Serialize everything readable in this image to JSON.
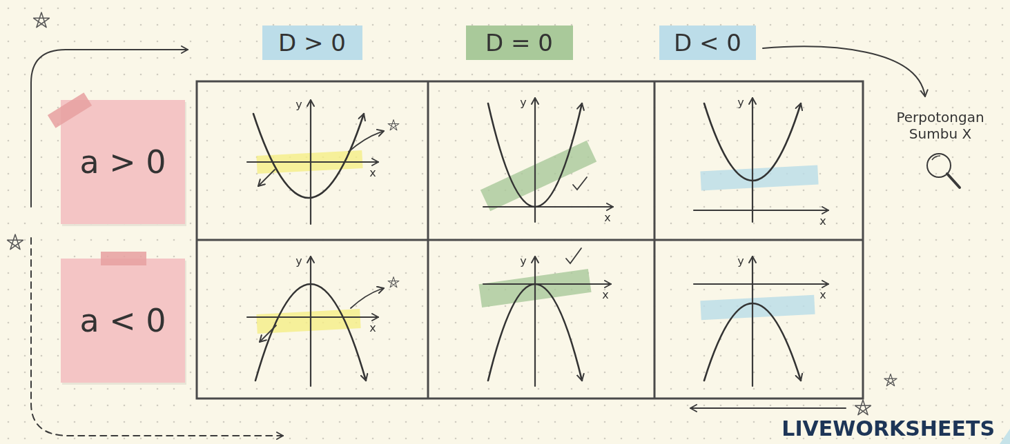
{
  "diagram": {
    "nodes": [
      {
        "text": [
          "D > 0"
        ]
      },
      {
        "text": [
          "D = 0"
        ]
      },
      {
        "text": [
          "D < 0"
        ]
      },
      {
        "text": [
          "a > 0"
        ]
      },
      {
        "text": [
          "a < 0"
        ]
      }
    ],
    "labels": [
      "y",
      "x",
      "y",
      "x",
      "y",
      "x",
      "Perpotongan Sumbu X",
      "y",
      "x",
      "y",
      "x",
      "y",
      "x",
      "LIVEWORKSHEETS"
    ]
  }
}
